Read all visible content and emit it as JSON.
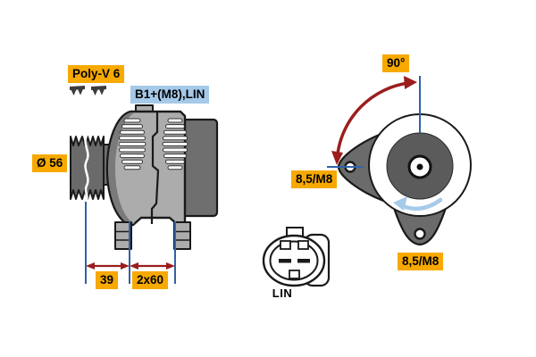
{
  "side_view": {
    "belt_type_label": "Poly-V 6",
    "terminal_label": "B1+(M8),LIN",
    "pulley_diameter_label": "Ø 56",
    "dim_pulley_offset": "39",
    "dim_mounting_span": "2x60"
  },
  "rear_view": {
    "angle_label": "90°",
    "left_mount_label": "8,5/M8",
    "bottom_mount_label": "8,5/M8"
  },
  "connector": {
    "type_label": "LIN"
  },
  "colors": {
    "label_yellow": "#F7A900",
    "label_blue": "#A5C9E9",
    "dimension_red": "#9B1D1D",
    "dimension_blue": "#2F62A7",
    "rotation_arrow_blue": "#A6CBEA",
    "body_gray": "#ACACAC",
    "dark_gray": "#6F6F6F",
    "hub_dark": "#5B5B5B"
  }
}
